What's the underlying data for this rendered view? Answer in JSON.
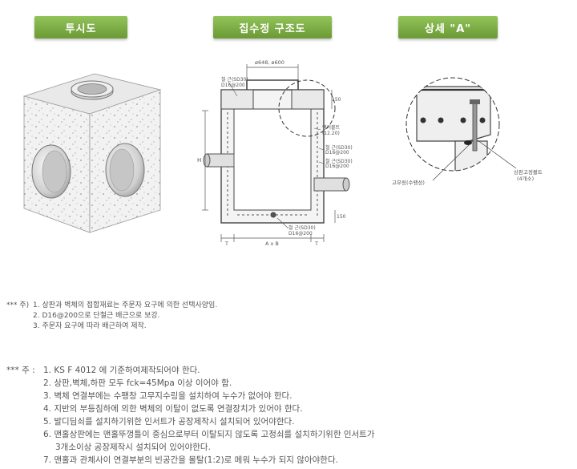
{
  "tabs": {
    "perspective": "투시도",
    "structure": "집수정 구조도",
    "detail": "상세 \"A\""
  },
  "diagram": {
    "top_dim": "ø648, ø600",
    "rebar_top": "철 근(SD30)",
    "rebar_top_spec": "D16@200",
    "anchor_label": "앵커볼트",
    "anchor_spec": "(12.20)",
    "rebar_mid1": "철 근(SD30)",
    "rebar_mid1_spec": "D16@200",
    "rebar_mid2": "철 근(SD30)",
    "rebar_mid2_spec": "D16@200",
    "rebar_bottom": "철 근(SD30)",
    "rebar_bottom_spec": "D16@200",
    "height_label": "H",
    "bottom_height": "150",
    "width_label": "A x B",
    "wall_left": "T",
    "wall_right": "T",
    "top_thickness": "150",
    "gasket_label": "고무링(수팽성)",
    "bolt_label": "상판고정볼트",
    "bolt_count": "(4개소)"
  },
  "notes_a": {
    "prefix": "*** 주)",
    "items": [
      "1. 상판과 벽체의 접합재료는 주문자 요구에 의한 선택사양임.",
      "2. D16@200으로 단철근 배근으로 보강.",
      "3. 주문자 요구에 따라 배근하여 제작."
    ]
  },
  "notes_b": {
    "prefix": "*** 주 :",
    "items": [
      "1. KS F 4012 에 기준하여제작되어야 한다.",
      "2. 상판,벽체,하판 모두 fck=45Mpa 이상 이어야 함.",
      "3. 벽체 연결부에는 수팽창 고무지수링을 설치하여 누수가 없어야 한다.",
      "4. 지반의 부등침하에 의한 벽체의 이탈이 없도록 연결장치가 있어야 한다.",
      "5. 발디딤쇠를 설치하기위한 인서트가 공장제작시 설치되어 있어야한다.",
      "6. 맨홀상판에는 맨홀뚜껑틀이 중심으로부터 이탈되지 않도록 고정쇠를 설치하기위한 인서트가",
      "3개소이상 공장제작시 설치되어 있어야한다.",
      "7. 맨홀과 관체사이 연결부분의 빈공간을 몰탈(1:2)로 메워 누수가 되지 않아야한다."
    ]
  },
  "colors": {
    "tab_top": "#93c35a",
    "tab_bottom": "#6b9a35",
    "line": "#444444"
  }
}
